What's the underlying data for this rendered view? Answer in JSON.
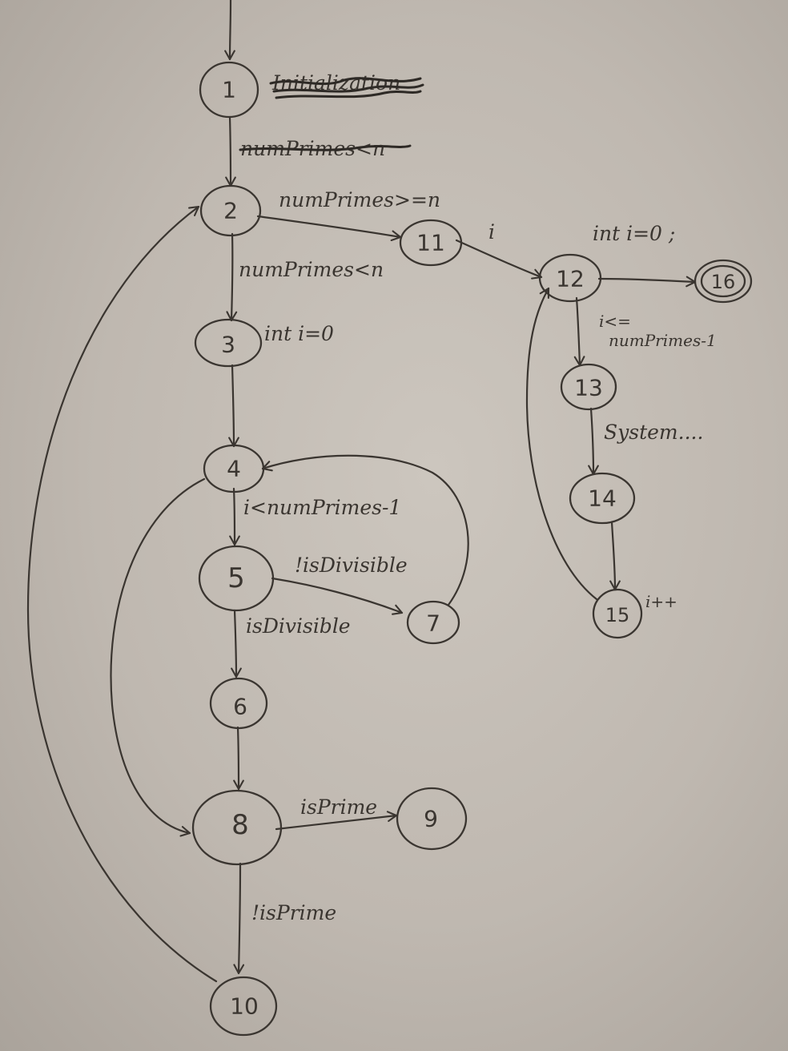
{
  "nodes": {
    "n1": "1",
    "n2": "2",
    "n3": "3",
    "n4": "4",
    "n5": "5",
    "n6": "6",
    "n7": "7",
    "n8": "8",
    "n9": "9",
    "n10": "10",
    "n11": "11",
    "n12": "12",
    "n13": "13",
    "n14": "14",
    "n15": "15",
    "n16": "16"
  },
  "labels": {
    "crossed_out_1": "Initialization",
    "crossed_out_2": "numPrimes<n",
    "e2_11": "numPrimes>=n",
    "e2_3": "numPrimes<n",
    "n3_note": "int i=0",
    "e4_5": "i<numPrimes-1",
    "e5_7": "!isDivisible",
    "e5_6": "isDivisible",
    "e8_9": "isPrime",
    "e8_10": "!isPrime",
    "e11_12": "i",
    "e12_16": "int i=0 ;",
    "e12_13_a": "i<=",
    "e12_13_b": "numPrimes-1",
    "e13_14": "System....",
    "n15_note": "i++"
  }
}
